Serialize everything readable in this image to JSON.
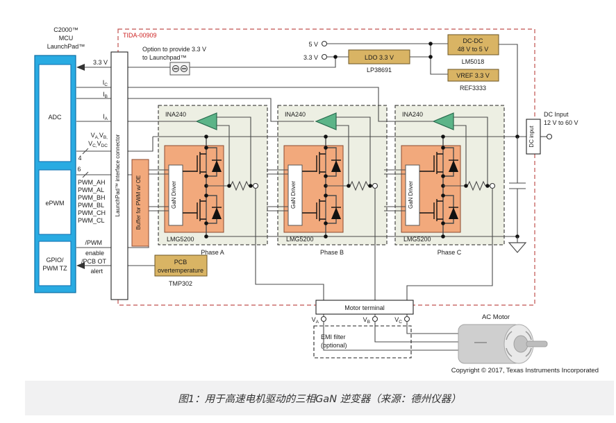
{
  "launchpad": {
    "title1": "C2000™",
    "title2": "MCU",
    "title3": "LaunchPad™",
    "blocks": {
      "adc": "ADC",
      "epwm": "ePWM",
      "gpio1": "GPIO/",
      "gpio2": "PWM TZ"
    }
  },
  "connector": {
    "label": "LaunchPad™ interface connector"
  },
  "buffer": {
    "label": "Buffer for PWM w/ OE"
  },
  "signals": {
    "v33_pin": "3.3 V",
    "ic": {
      "m": "I",
      "s": "C"
    },
    "ib": {
      "m": "I",
      "s": "B"
    },
    "ia": {
      "m": "I",
      "s": "A"
    },
    "vab": {
      "a": "V",
      "b": "A,",
      "c": "V",
      "d": "B,"
    },
    "vcdc": {
      "a": "V",
      "b": "C,",
      "c": "V",
      "d": "DC"
    },
    "bus4": "4",
    "bus6": "6",
    "pwm": [
      "PWM_AH",
      "PWM_AL",
      "PWM_BH",
      "PWM_BL",
      "PWM_CH",
      "PWM_CL"
    ],
    "pwm_enable1": "/PWM",
    "pwm_enable2": "enable",
    "ot1": "/PCB OT",
    "ot2": "alert"
  },
  "tida": {
    "label": "TIDA-00909",
    "option1": "Option to provide 3.3 V",
    "option2": "to Launchpad™"
  },
  "power": {
    "v5": "5 V",
    "v33": "3.3 V",
    "ldo": {
      "label": "LDO 3.3 V",
      "part": "LP38691"
    },
    "dcdc": {
      "l1": "DC-DC",
      "l2": "48 V to 5 V",
      "part": "LM5018"
    },
    "vref": {
      "label": "VREF 3.3 V",
      "part": "REF3333"
    }
  },
  "dc_input": {
    "box": "DC input",
    "l1": "DC Input",
    "l2": "12 V to 60 V"
  },
  "overtemp": {
    "l1": "PCB",
    "l2": "overtemperature",
    "part": "TMP302"
  },
  "phases": [
    {
      "amp": "INA240",
      "driver": "GaN Driver",
      "chip": "LMG5200",
      "name": "Phase A"
    },
    {
      "amp": "INA240",
      "driver": "GaN Driver",
      "chip": "LMG5200",
      "name": "Phase B"
    },
    {
      "amp": "INA240",
      "driver": "GaN Driver",
      "chip": "LMG5200",
      "name": "Phase C"
    }
  ],
  "motor": {
    "terminal": "Motor terminal",
    "va": {
      "m": "V",
      "s": "A"
    },
    "vb": {
      "m": "V",
      "s": "B"
    },
    "vc": {
      "m": "V",
      "s": "C"
    },
    "emi1": "EMI filter",
    "emi2": "(optional)",
    "label": "AC Motor"
  },
  "copyright": "Copyright © 2017, Texas Instruments Incorporated",
  "caption": "图1：用于高速电机驱动的三相GaN 逆变器（来源：德州仪器）",
  "colors": {
    "launchpad_blue": "#29ABE2",
    "block_gold": "#D9B464",
    "chip_orange": "#F2A97C",
    "amp_green": "#5CB488",
    "tida_red_border": "#C0504D",
    "phase_bg": "#EDEFE3"
  }
}
